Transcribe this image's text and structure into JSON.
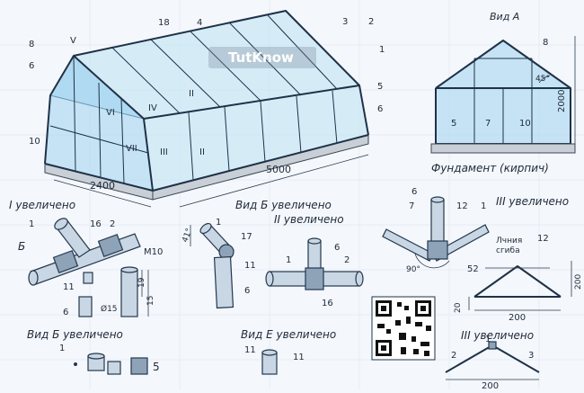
{
  "labels": {
    "n1": "1",
    "n2": "2",
    "n3": "3",
    "n4": "4",
    "n5": "5",
    "n6": "6",
    "n7": "7",
    "n8": "8",
    "n10": "10",
    "n11": "11",
    "n12": "12",
    "n15": "15",
    "n16": "16",
    "n17": "17",
    "n18": "18",
    "n19": "19",
    "n20": "20",
    "rV": "V",
    "rVI": "VI",
    "rIV": "IV",
    "rII": "II",
    "rVII": "VII",
    "rIII": "III",
    "b": "Б",
    "len5000": "5000",
    "len2400": "2400",
    "h2000": "2000",
    "w200": "200",
    "d52": "52",
    "m10": "M10",
    "d15": "Ø15",
    "a45": "45°",
    "a41": "41°",
    "a90": "90°",
    "watermark": "TutKnow"
  },
  "views": {
    "vidA": "Вид А",
    "foundation": "Фундамент (кирпич)",
    "vidB_zoom": "Вид Б увеличено",
    "vidB_zoom2": "Вид Б увеличено",
    "vidE_zoom": "Вид Е увеличено",
    "i_zoom": "I увеличено",
    "ii_zoom": "II увеличено",
    "iii_zoom": "III увеличено",
    "iii_zoom2": "III увеличено",
    "bend_line1": "Лчния",
    "bend_line2": "сгиба"
  },
  "colors": {
    "glass": "#9fd3ee",
    "frame": "#1f3148",
    "paper": "#f4f7fb"
  }
}
